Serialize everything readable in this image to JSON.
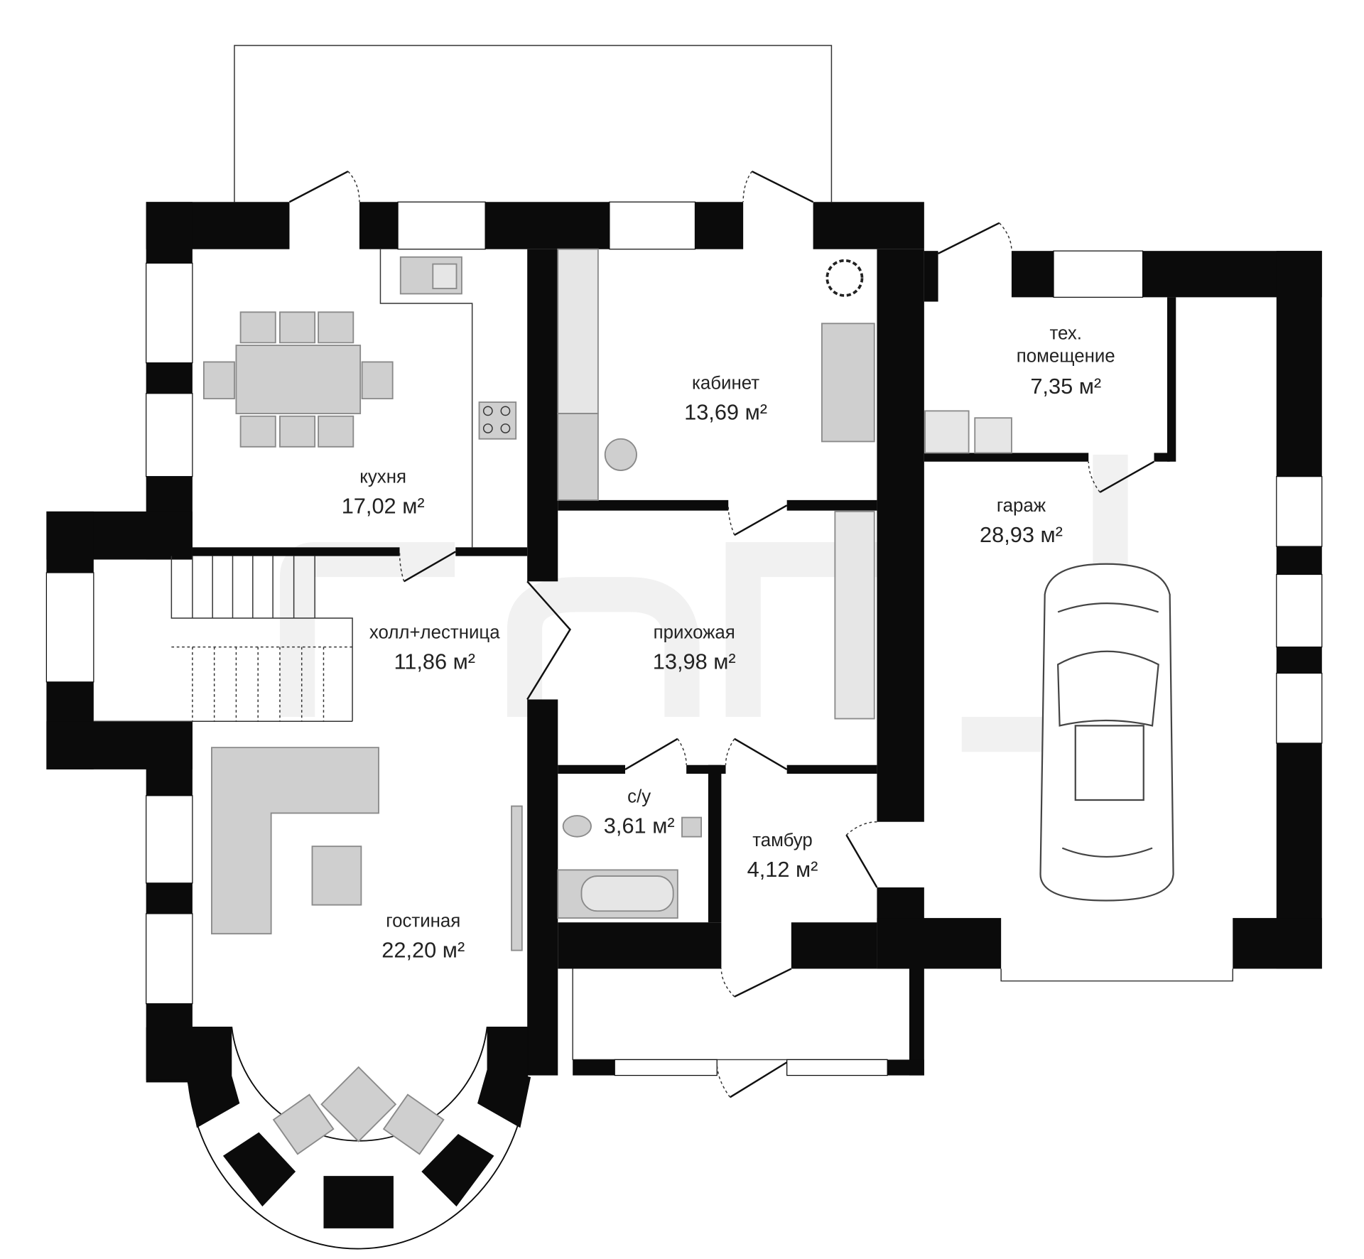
{
  "plan": {
    "rooms": [
      {
        "id": "kitchen",
        "name": "кухня",
        "area": "17,02 м²"
      },
      {
        "id": "office",
        "name": "кабинет",
        "area": "13,69 м²"
      },
      {
        "id": "tech",
        "name": "тех.",
        "name2": "помещение",
        "area": "7,35 м²"
      },
      {
        "id": "garage",
        "name": "гараж",
        "area": "28,93 м²"
      },
      {
        "id": "hall",
        "name": "холл+лестница",
        "area": "11,86 м²"
      },
      {
        "id": "entry",
        "name": "прихожая",
        "area": "13,98 м²"
      },
      {
        "id": "wc",
        "name": "с/у",
        "area": "3,61 м²"
      },
      {
        "id": "vestibule",
        "name": "тамбур",
        "area": "4,12 м²"
      },
      {
        "id": "living",
        "name": "гостиная",
        "area": "22,20 м²"
      }
    ]
  }
}
